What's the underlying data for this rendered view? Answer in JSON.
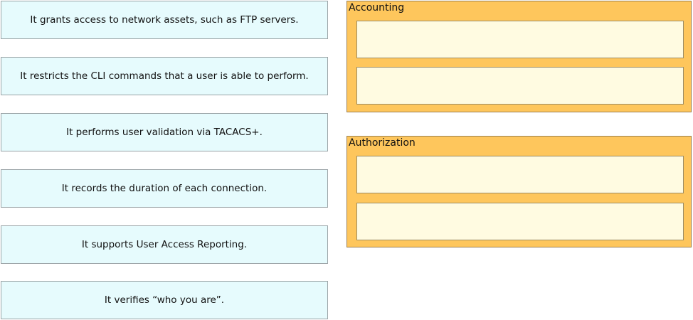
{
  "items": [
    "It grants access to network assets, such as FTP servers.",
    "It restricts the CLI commands that a user is able to perform.",
    "It performs user validation via TACACS+.",
    "It records the duration of each connection.",
    "It supports User Access Reporting.",
    "It verifies “who you are”."
  ],
  "groups": [
    {
      "label": "Accounting"
    },
    {
      "label": "Authorization"
    }
  ],
  "colors": {
    "item_bg": "#e6fbfd",
    "group_bg": "#fec65c",
    "slot_bg": "#fffbe1"
  }
}
